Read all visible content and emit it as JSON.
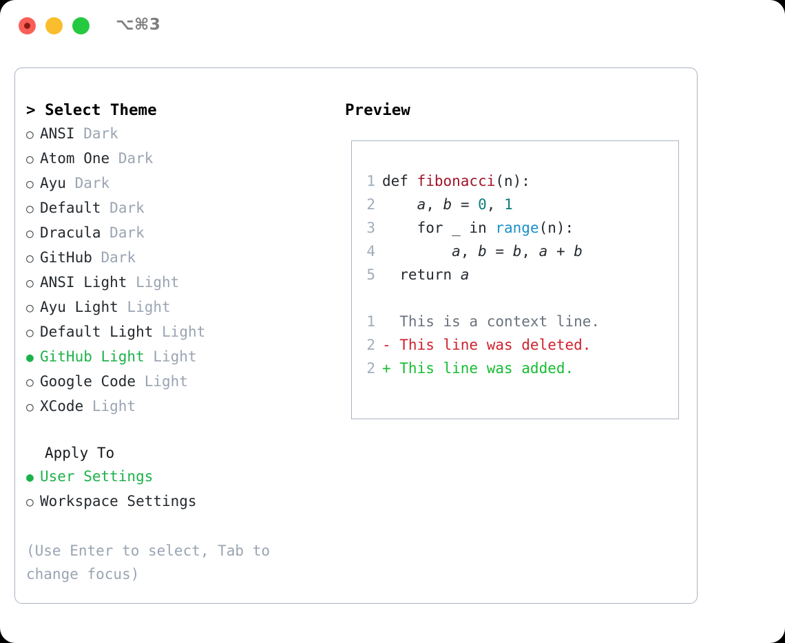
{
  "window": {
    "shortcut_label": "⌥⌘3",
    "traffic_lights": [
      {
        "name": "close-button",
        "color": "#fa5f57"
      },
      {
        "name": "minimize-button",
        "color": "#f9bd2e"
      },
      {
        "name": "maximize-button",
        "color": "#25c93f"
      }
    ]
  },
  "theme_picker": {
    "heading": "> Select Theme",
    "selected_bullet": "●",
    "unselected_bullet": "○",
    "accent_color": "#1cb24a",
    "items": [
      {
        "name": "ANSI",
        "variant": "Dark",
        "selected": false
      },
      {
        "name": "Atom One",
        "variant": "Dark",
        "selected": false
      },
      {
        "name": "Ayu",
        "variant": "Dark",
        "selected": false
      },
      {
        "name": "Default",
        "variant": "Dark",
        "selected": false
      },
      {
        "name": "Dracula",
        "variant": "Dark",
        "selected": false
      },
      {
        "name": "GitHub",
        "variant": "Dark",
        "selected": false
      },
      {
        "name": "ANSI Light",
        "variant": "Light",
        "selected": false
      },
      {
        "name": "Ayu Light",
        "variant": "Light",
        "selected": false
      },
      {
        "name": "Default Light",
        "variant": "Light",
        "selected": false
      },
      {
        "name": "GitHub Light",
        "variant": "Light",
        "selected": true
      },
      {
        "name": "Google Code",
        "variant": "Light",
        "selected": false
      },
      {
        "name": "XCode",
        "variant": "Light",
        "selected": false
      }
    ]
  },
  "apply_to": {
    "heading": "Apply To",
    "options": [
      {
        "label": "User Settings",
        "selected": true
      },
      {
        "label": "Workspace Settings",
        "selected": false
      }
    ]
  },
  "hint": {
    "text": "(Use Enter to select, Tab to change focus)"
  },
  "preview": {
    "heading": "Preview",
    "code_lines": [
      {
        "no": "1",
        "segments": [
          {
            "text": "def ",
            "kind": "plain"
          },
          {
            "text": "fibonacci",
            "kind": "fn"
          },
          {
            "text": "(n):",
            "kind": "plain"
          }
        ]
      },
      {
        "no": "2",
        "segments": [
          {
            "text": "    ",
            "kind": "plain"
          },
          {
            "text": "a",
            "kind": "var"
          },
          {
            "text": ", ",
            "kind": "plain"
          },
          {
            "text": "b",
            "kind": "var"
          },
          {
            "text": " = ",
            "kind": "plain"
          },
          {
            "text": "0",
            "kind": "num"
          },
          {
            "text": ", ",
            "kind": "plain"
          },
          {
            "text": "1",
            "kind": "num"
          }
        ]
      },
      {
        "no": "3",
        "segments": [
          {
            "text": "    for _ in ",
            "kind": "plain"
          },
          {
            "text": "range",
            "kind": "builtin"
          },
          {
            "text": "(n):",
            "kind": "plain"
          }
        ]
      },
      {
        "no": "4",
        "segments": [
          {
            "text": "        ",
            "kind": "plain"
          },
          {
            "text": "a",
            "kind": "var"
          },
          {
            "text": ", ",
            "kind": "plain"
          },
          {
            "text": "b",
            "kind": "var"
          },
          {
            "text": " = ",
            "kind": "plain"
          },
          {
            "text": "b",
            "kind": "var"
          },
          {
            "text": ", ",
            "kind": "plain"
          },
          {
            "text": "a",
            "kind": "var"
          },
          {
            "text": " + ",
            "kind": "plain"
          },
          {
            "text": "b",
            "kind": "var"
          }
        ]
      },
      {
        "no": "5",
        "segments": [
          {
            "text": "  return ",
            "kind": "plain"
          },
          {
            "text": "a",
            "kind": "var"
          }
        ]
      }
    ],
    "diff_lines": [
      {
        "no": "1",
        "marker": " ",
        "text": "  This is a context line.",
        "kind": "context"
      },
      {
        "no": "2",
        "marker": "-",
        "text": "- This line was deleted.",
        "kind": "deleted"
      },
      {
        "no": "2",
        "marker": "+",
        "text": "+ This line was added.",
        "kind": "added"
      }
    ]
  }
}
